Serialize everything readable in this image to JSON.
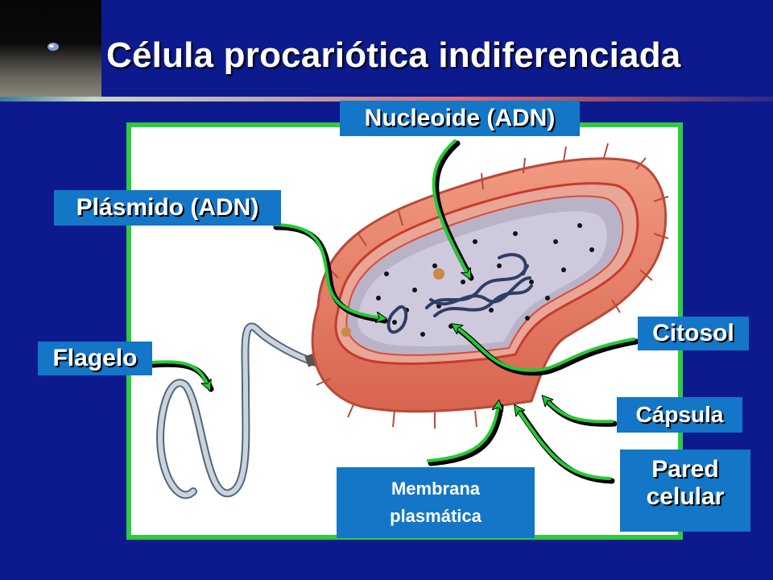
{
  "slide": {
    "title": "Célula procariótica indiferenciada"
  },
  "labels": {
    "nucleoid": "Nucleoide (ADN)",
    "plasmid": "Plásmido (ADN)",
    "flagellum": "Flagelo",
    "cytosol": "Citosol",
    "capsule": "Cápsula",
    "cell_wall_line1": "Pared",
    "cell_wall_line2": "celular",
    "membrane_line1": "Membrana",
    "membrane_line2": "plasmática"
  },
  "colors": {
    "background": "#0c1a8e",
    "frame": "#2ecc40",
    "label_fill": "#1476c6",
    "arrow": "#22cc33"
  }
}
